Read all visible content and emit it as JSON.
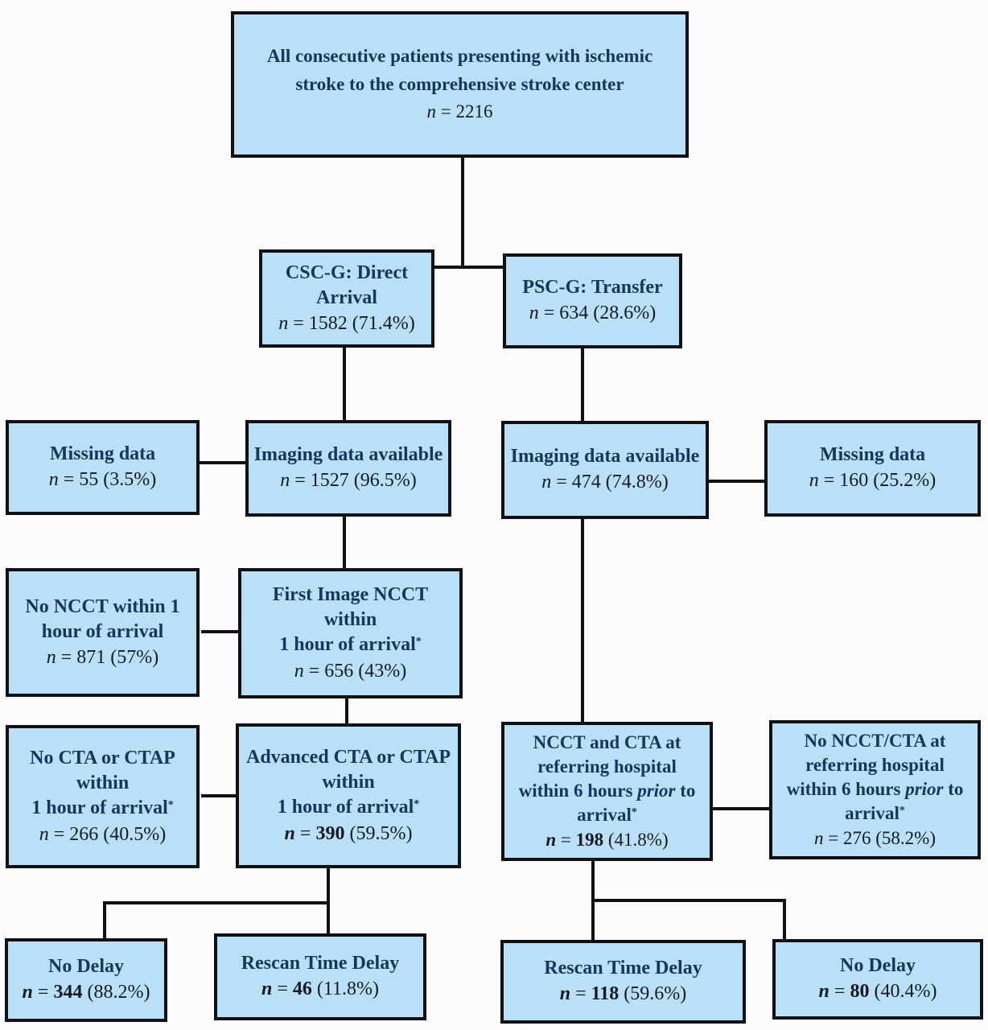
{
  "colors": {
    "box_fill": "#b9e0f6",
    "box_border": "#0f1014",
    "title_text": "#16355f",
    "n_text": "#131a24",
    "background": "#fcfcfd"
  },
  "boxes": {
    "all_patients": {
      "lines": [
        "All consecutive patients presenting with ischemic",
        "stroke to the comprehensive stroke center"
      ],
      "n_label": "n",
      "n_eq": "=",
      "n_value": "2216"
    },
    "csc_direct": {
      "lines": [
        "CSC-G: Direct",
        "Arrival"
      ],
      "n_label": "n",
      "n_eq": "=",
      "n_value": "1582",
      "n_pct": "(71.4%)"
    },
    "psc_transfer": {
      "lines": [
        "PSC-G: Transfer"
      ],
      "n_label": "n",
      "n_eq": "=",
      "n_value": "634",
      "n_pct": "(28.6%)"
    },
    "missing_left": {
      "lines": [
        "Missing data"
      ],
      "n_label": "n",
      "n_eq": "=",
      "n_value": "55",
      "n_pct": "(3.5%)"
    },
    "imaging_left": {
      "lines": [
        "Imaging data available"
      ],
      "n_label": "n",
      "n_eq": "=",
      "n_value": "1527",
      "n_pct": "(96.5%)"
    },
    "imaging_right": {
      "lines": [
        "Imaging data available"
      ],
      "n_label": "n",
      "n_eq": "=",
      "n_value": "474",
      "n_pct": "(74.8%)"
    },
    "missing_right": {
      "lines": [
        "Missing data"
      ],
      "n_label": "n",
      "n_eq": "=",
      "n_value": "160",
      "n_pct": "(25.2%)"
    },
    "no_ncct": {
      "lines": [
        "No NCCT within 1",
        "hour of arrival"
      ],
      "n_label": "n",
      "n_eq": "=",
      "n_value": "871",
      "n_pct": "(57%)"
    },
    "first_ncct": {
      "lines": [
        "First Image NCCT",
        "within"
      ],
      "last_line": "1 hour of arrival",
      "asterisk": "*",
      "n_label": "n",
      "n_eq": "=",
      "n_value": "656",
      "n_pct": "(43%)"
    },
    "no_cta": {
      "lines": [
        "No CTA or CTAP",
        "within"
      ],
      "last_line": "1 hour of arrival",
      "asterisk": "*",
      "n_label": "n",
      "n_eq": "=",
      "n_value": "266",
      "n_pct": "(40.5%)"
    },
    "advanced_cta": {
      "lines": [
        "Advanced CTA or CTAP",
        "within"
      ],
      "last_line": "1 hour of arrival",
      "asterisk": "*",
      "n_label": "n",
      "n_eq": "=",
      "n_value": "390",
      "n_pct": "(59.5%)"
    },
    "ncct_cta_referring": {
      "lines": [
        "NCCT and CTA at",
        "referring hospital"
      ],
      "prior_pre": "within 6 hours ",
      "prior_word": "prior",
      "prior_post": " to",
      "last_line": "arrival",
      "asterisk": "*",
      "n_label": "n",
      "n_eq": "=",
      "n_value": "198",
      "n_pct": "(41.8%)"
    },
    "no_ncct_cta_referring": {
      "lines": [
        "No NCCT/CTA at",
        "referring hospital"
      ],
      "prior_pre": "within 6 hours ",
      "prior_word": "prior",
      "prior_post": " to",
      "last_line": "arrival",
      "asterisk": "*",
      "n_label": "n",
      "n_eq": "=",
      "n_value": "276",
      "n_pct": "(58.2%)"
    },
    "no_delay_left": {
      "lines": [
        "No Delay"
      ],
      "n_label": "n",
      "n_eq": "=",
      "n_value": "344",
      "n_pct": "(88.2%)"
    },
    "rescan_delay_left": {
      "lines": [
        "Rescan Time Delay"
      ],
      "n_label": "n",
      "n_eq": "=",
      "n_value": "46",
      "n_pct": "(11.8%)"
    },
    "rescan_delay_right": {
      "lines": [
        "Rescan Time Delay"
      ],
      "n_label": "n",
      "n_eq": "=",
      "n_value": "118",
      "n_pct": "(59.6%)"
    },
    "no_delay_right": {
      "lines": [
        "No Delay"
      ],
      "n_label": "n",
      "n_eq": "=",
      "n_value": "80",
      "n_pct": "(40.4%)"
    }
  }
}
